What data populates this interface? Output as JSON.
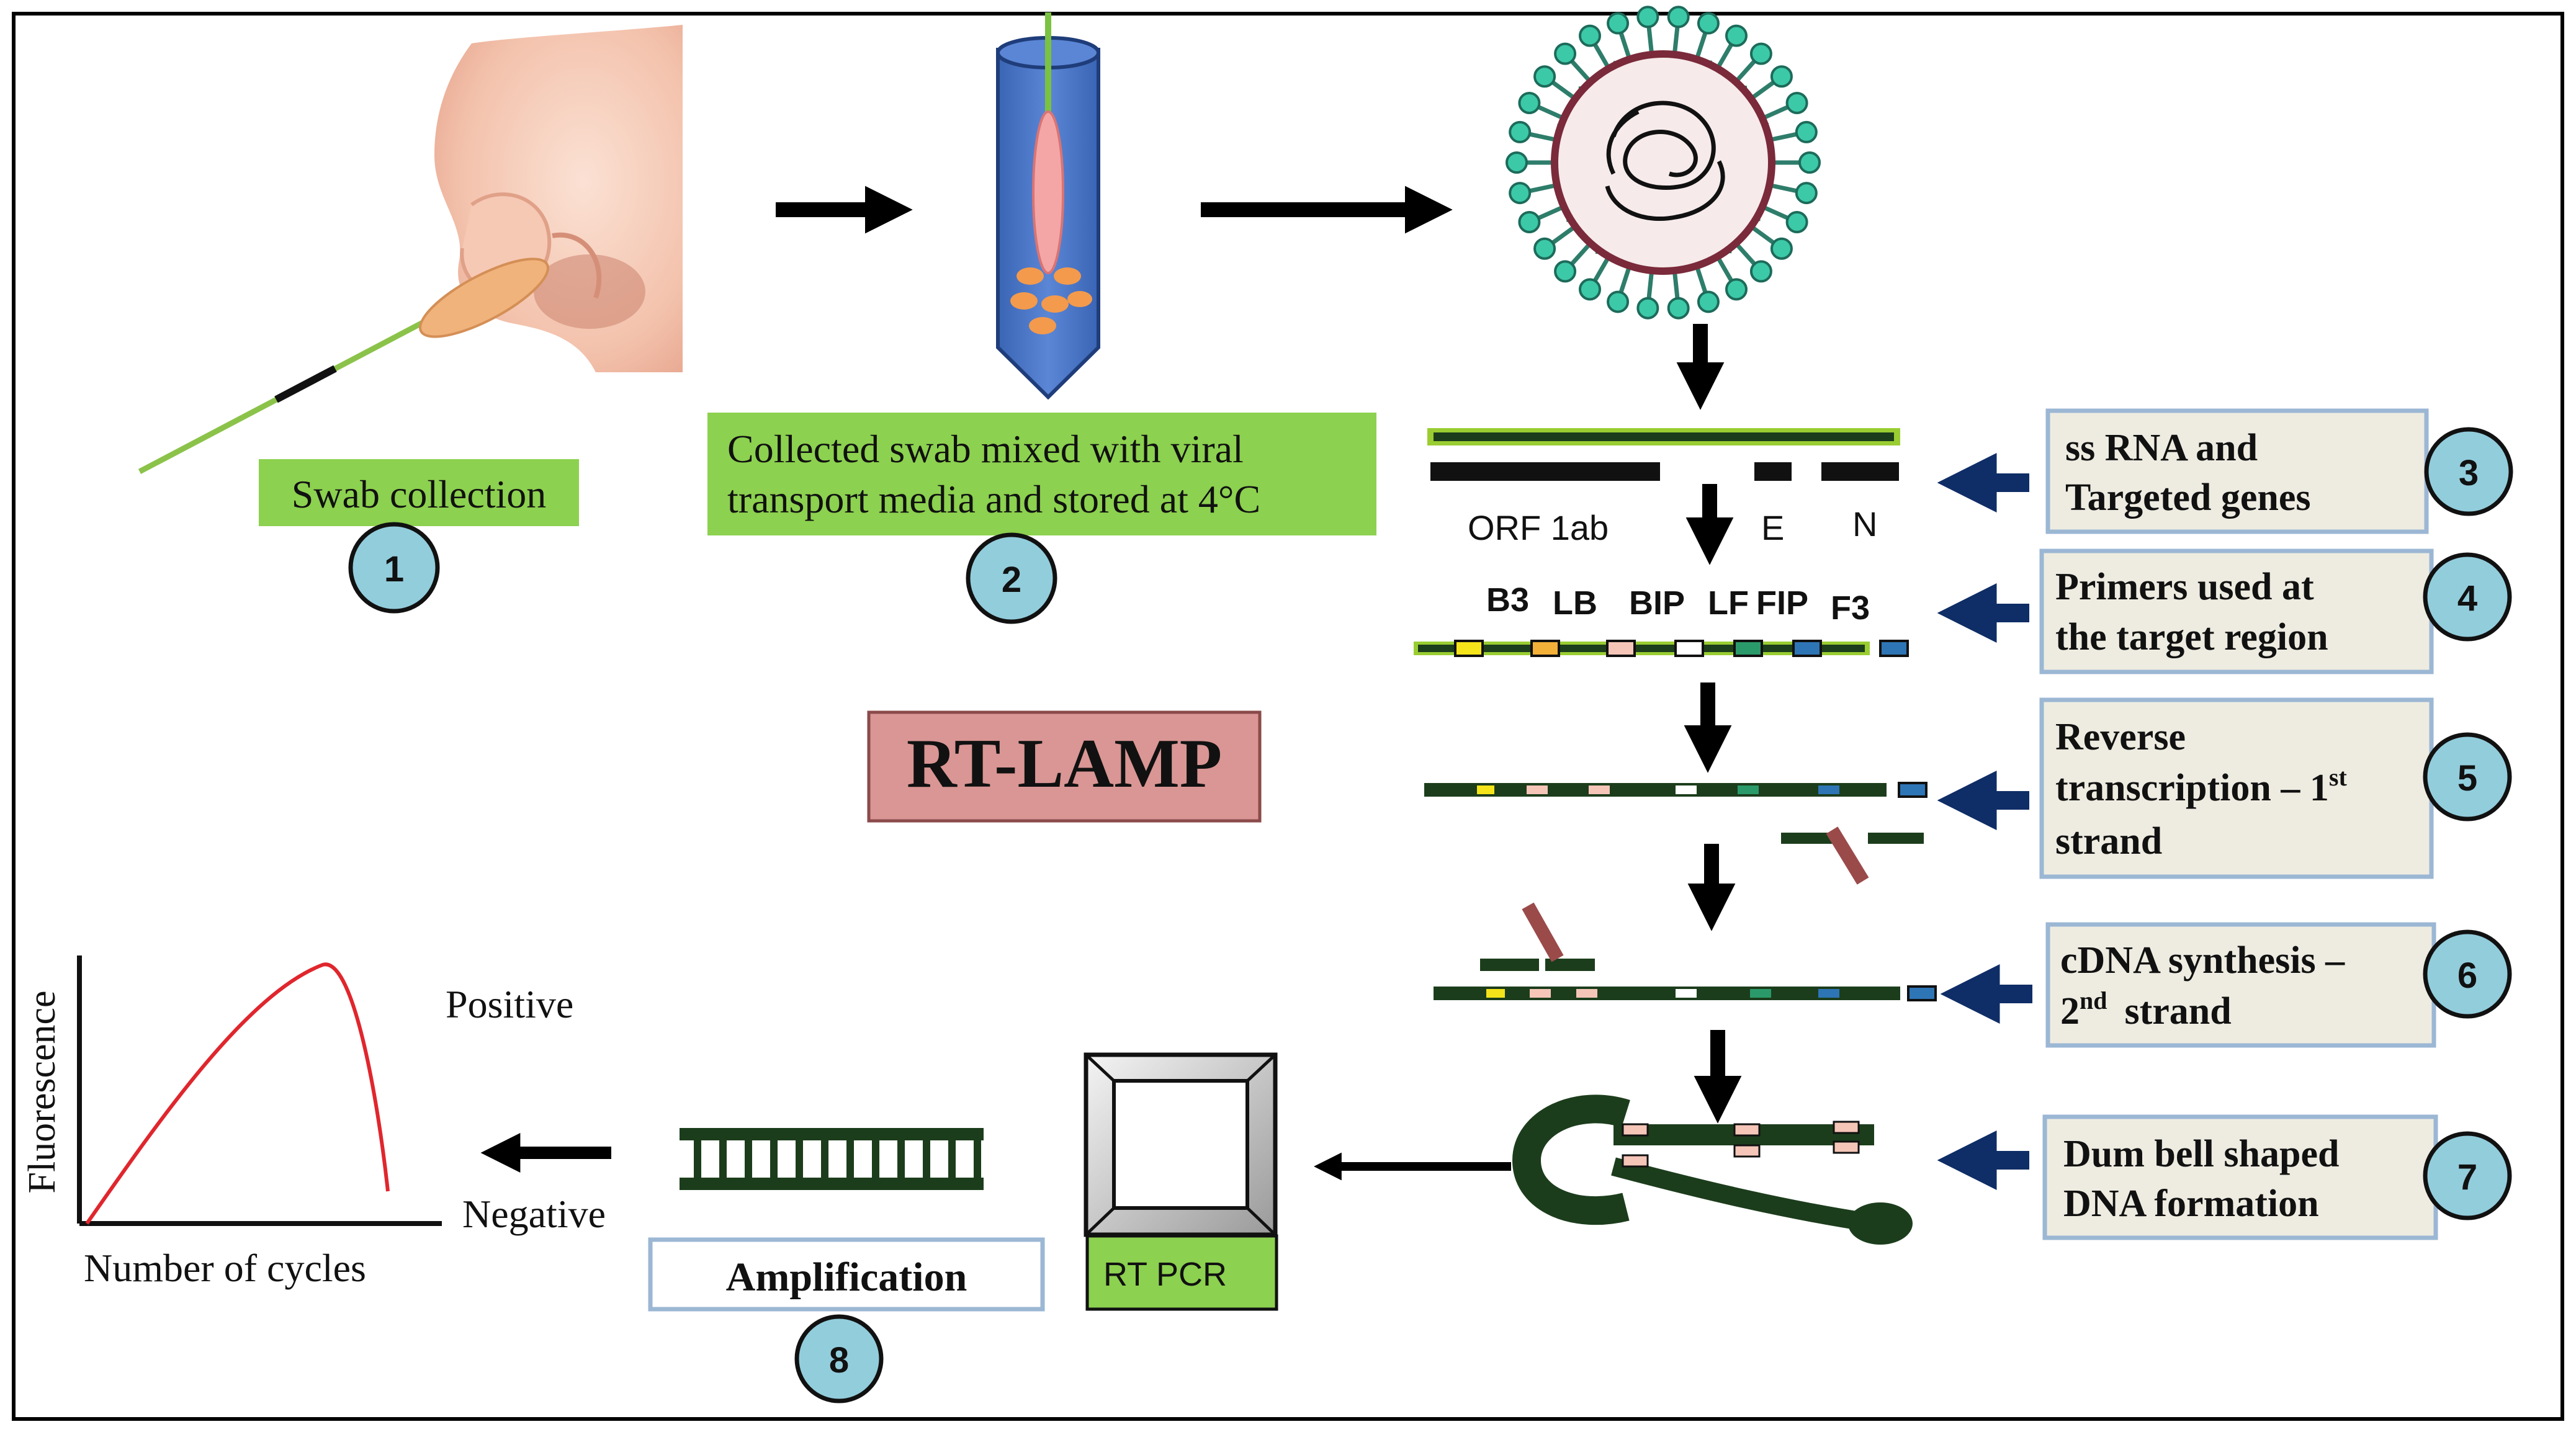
{
  "title": "RT-LAMP",
  "steps": {
    "swab": {
      "label": "Swab collection",
      "number": "1"
    },
    "vtm": {
      "line1": "Collected swab mixed with viral",
      "line2": "transport media and stored at 4°C",
      "number": "2"
    },
    "rna": {
      "line1": "ss RNA and",
      "line2": "Targeted genes",
      "number": "3"
    },
    "primers": {
      "line1": "Primers used at",
      "line2": "the target region",
      "number": "4"
    },
    "rt": {
      "line1": "Reverse",
      "line2": "transcription – 1",
      "line2_sup": "st",
      "line3": "strand",
      "number": "5"
    },
    "cdna": {
      "line1": "cDNA synthesis –",
      "line2": "2",
      "line2_sup": "nd",
      "line2_rest": "strand",
      "number": "6"
    },
    "dumbbell": {
      "line1": "Dum bell shaped",
      "line2": "DNA formation",
      "number": "7"
    },
    "amplification": {
      "label": "Amplification",
      "number": "8"
    }
  },
  "genes": {
    "orf": "ORF 1ab",
    "e": "E",
    "n": "N"
  },
  "primer_labels": {
    "b3": "B3",
    "lb": "LB",
    "bip": "BIP",
    "lf": "LF",
    "fip": "FIP",
    "f3": "F3"
  },
  "instrument": {
    "label": "RT PCR"
  },
  "graph": {
    "ylabel": "Fluorescence",
    "xlabel": "Number of cycles",
    "positive": "Positive",
    "negative": "Negative"
  },
  "colors": {
    "green_box": "#8cd14f",
    "grey_box": "#eeece1",
    "box_border": "#9bb7d4",
    "circle": "#92cddc",
    "title_box": "#d99694",
    "dna_dark": "#1c3d1c",
    "dna_light": "#9acd32",
    "arrow_blue": "#0f2d66",
    "curve": "#e0262d"
  }
}
